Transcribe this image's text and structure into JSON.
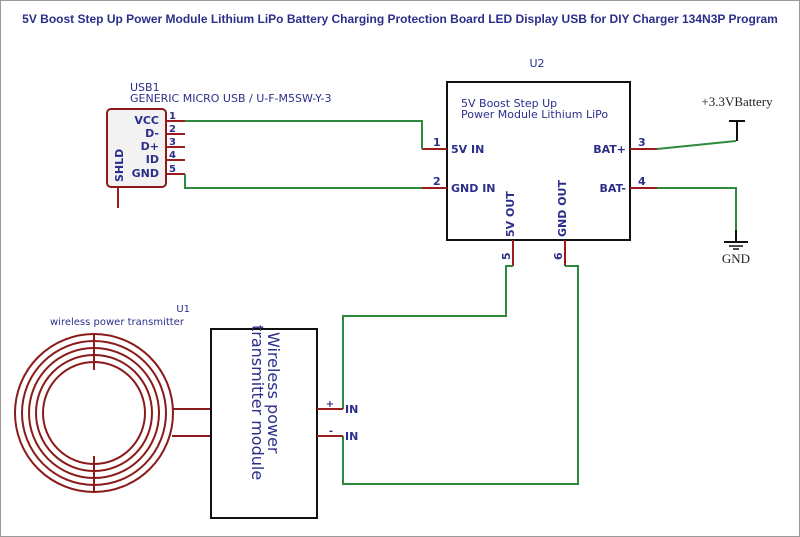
{
  "title": "5V Boost Step Up Power Module Lithium LiPo Battery Charging Protection Board LED Display USB for DIY Charger 134N3P Program",
  "usb1": {
    "ref": "USB1",
    "value": "GENERIC MICRO USB / U-F-M5SW-Y-3",
    "shield_label": "SHLD",
    "pins": [
      {
        "num": "1",
        "name": "VCC"
      },
      {
        "num": "2",
        "name": "D-"
      },
      {
        "num": "3",
        "name": "D+"
      },
      {
        "num": "4",
        "name": "ID"
      },
      {
        "num": "5",
        "name": "GND"
      }
    ]
  },
  "u2": {
    "ref": "U2",
    "line1": "5V Boost Step Up",
    "line2": "Power Module Lithium  LiPo",
    "pins": {
      "p1": {
        "num": "1",
        "name": "5V IN"
      },
      "p2": {
        "num": "2",
        "name": "GND IN"
      },
      "p3": {
        "num": "3",
        "name": "BAT+"
      },
      "p4": {
        "num": "4",
        "name": "BAT-"
      },
      "p5": {
        "num": "5",
        "name": "5V OUT"
      },
      "p6": {
        "num": "6",
        "name": "GND OUT"
      }
    }
  },
  "battery_label": "+3.3VBattery",
  "gnd_label": "GND",
  "u1": {
    "ref": "U1",
    "value": "wireless power transmitter",
    "module_line1": "Wireless power",
    "module_line2": "transmitter module",
    "pin_plus": {
      "sign": "+",
      "name": "IN"
    },
    "pin_minus": {
      "sign": "-",
      "name": "IN"
    }
  },
  "colors": {
    "wire": "#2e8b3e",
    "pin": "#9b1c1c",
    "label": "#2b2f8a"
  }
}
